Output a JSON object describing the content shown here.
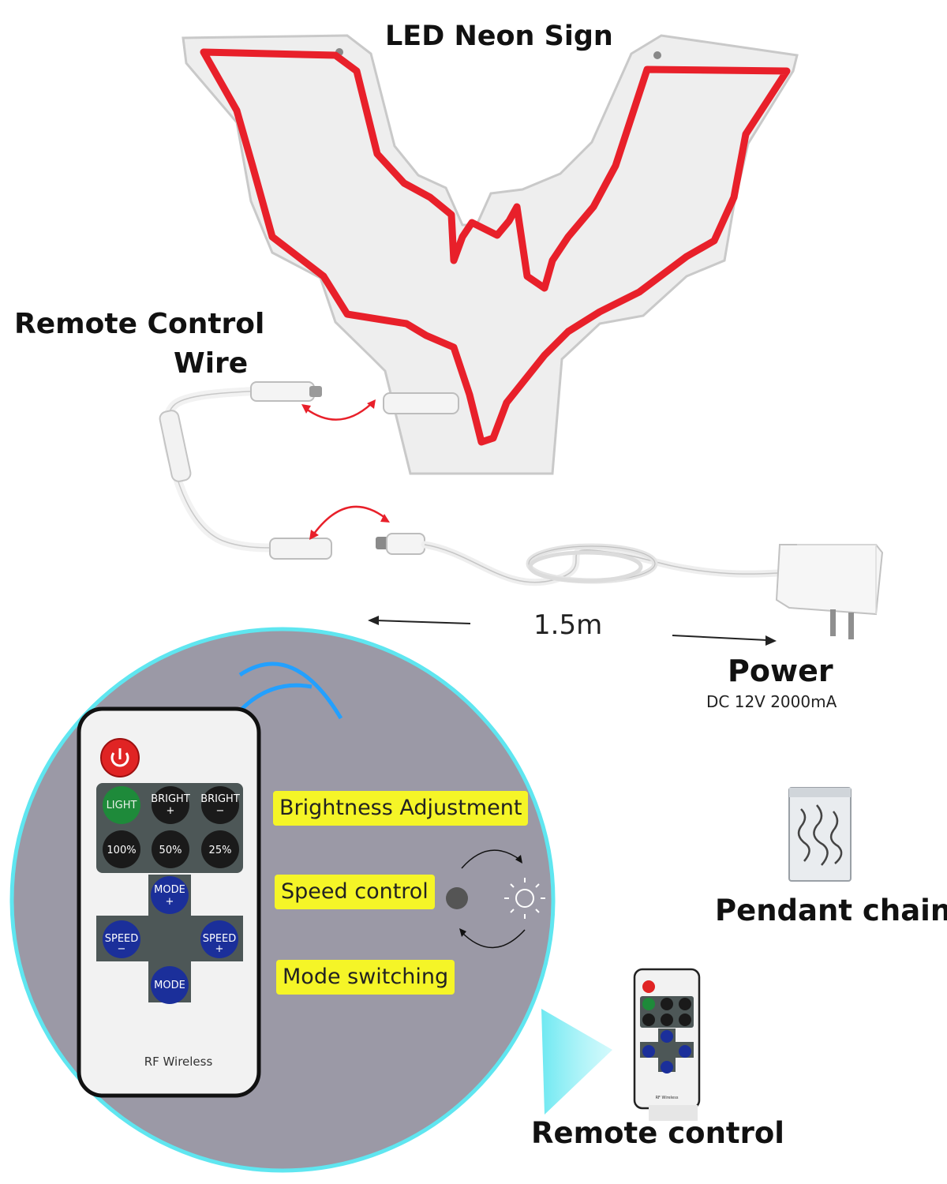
{
  "labels": {
    "title": "LED Neon Sign",
    "remote_wire_line1": "Remote Control",
    "remote_wire_line2": "Wire",
    "cable_length": "1.5m",
    "power": "Power",
    "power_spec": "DC 12V 2000mA",
    "pendant_chain": "Pendant chain",
    "remote_control": "Remote control"
  },
  "features": {
    "brightness": "Brightness Adjustment",
    "speed": "Speed control",
    "mode": "Mode switching"
  },
  "remote": {
    "light": "LIGHT",
    "bright": "BRIGHT",
    "plus": "+",
    "minus": "−",
    "p100": "100%",
    "p50": "50%",
    "p25": "25%",
    "mode": "MODE",
    "speed": "SPEED",
    "rf": "RF Wireless"
  },
  "colors": {
    "neon": "#e8202a",
    "circle_fill": "#9b99a6",
    "circle_ring": "#5fe6f0",
    "tag_yellow": "#f5f527",
    "button_green": "#1e8a3a",
    "button_blue": "#1b2f9a",
    "power_button": "#e02424"
  }
}
